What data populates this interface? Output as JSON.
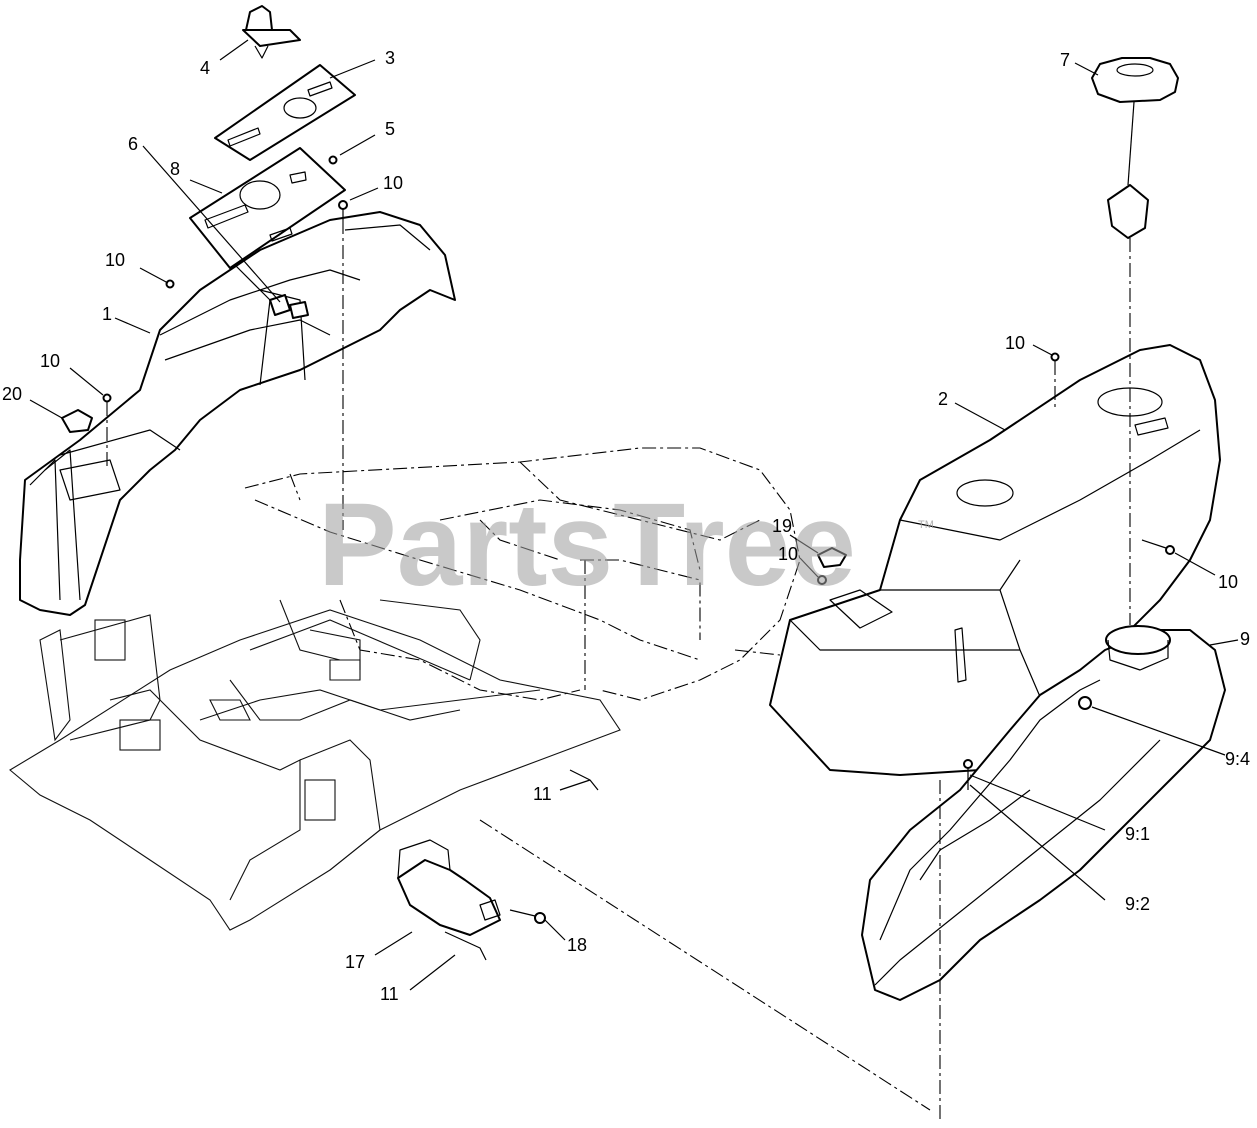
{
  "watermark": {
    "text": "PartsTree",
    "trademark": "TM"
  },
  "callouts": [
    {
      "id": "c-4",
      "label": "4"
    },
    {
      "id": "c-3",
      "label": "3"
    },
    {
      "id": "c-5",
      "label": "5"
    },
    {
      "id": "c-8",
      "label": "8"
    },
    {
      "id": "c-10a",
      "label": "10"
    },
    {
      "id": "c-6",
      "label": "6"
    },
    {
      "id": "c-10b",
      "label": "10"
    },
    {
      "id": "c-1",
      "label": "1"
    },
    {
      "id": "c-10c",
      "label": "10"
    },
    {
      "id": "c-20",
      "label": "20"
    },
    {
      "id": "c-7",
      "label": "7"
    },
    {
      "id": "c-10d",
      "label": "10"
    },
    {
      "id": "c-2",
      "label": "2"
    },
    {
      "id": "c-19",
      "label": "19"
    },
    {
      "id": "c-10e",
      "label": "10"
    },
    {
      "id": "c-10f",
      "label": "10"
    },
    {
      "id": "c-9",
      "label": "9"
    },
    {
      "id": "c-9-4",
      "label": "9:4"
    },
    {
      "id": "c-9-1",
      "label": "9:1"
    },
    {
      "id": "c-9-2",
      "label": "9:2"
    },
    {
      "id": "c-11a",
      "label": "11"
    },
    {
      "id": "c-18",
      "label": "18"
    },
    {
      "id": "c-17",
      "label": "17"
    },
    {
      "id": "c-11b",
      "label": "11"
    }
  ]
}
